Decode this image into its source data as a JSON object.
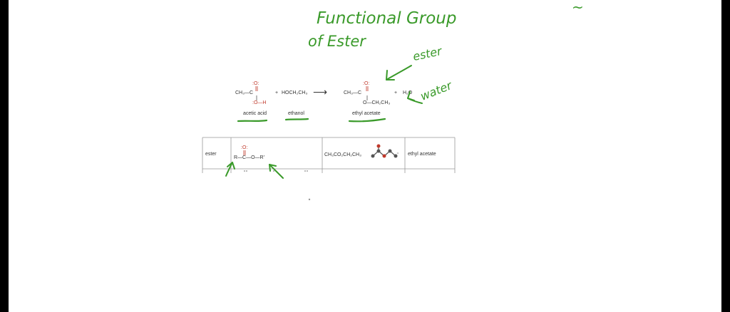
{
  "annotations": {
    "title_line1": "Functional Group",
    "title_line2": "of Ester",
    "ester_label": "ester",
    "water_label": "water",
    "top_right_mark": "~"
  },
  "reaction": {
    "acid_left": "CH₃—C",
    "acid_oxygen_top": ":O:",
    "acid_oxygen_bottom": ":O—H",
    "plus1": "+",
    "ethanol_formula": "HOCH₂CH₃",
    "arrow": "⟶",
    "ester_left": "CH₃—C",
    "ester_oxygen_top": ":O:",
    "ester_oxygen_bottom": "O—CH₂CH₃",
    "plus2": "+",
    "water_formula": "H₂O",
    "labels": {
      "acetic_acid": "acetic acid",
      "ethanol": "ethanol",
      "ethyl_acetate": "ethyl acetate"
    }
  },
  "table": {
    "col1": "ester",
    "general_oxygen_top": ":O:",
    "general_chain": "R—C—O—R′",
    "example_formula": "CH₃CO₂CH₂CH₃",
    "example_name": "ethyl acetate"
  },
  "colors": {
    "ink": "#3a9a2a",
    "oxygen": "#c0392b"
  }
}
